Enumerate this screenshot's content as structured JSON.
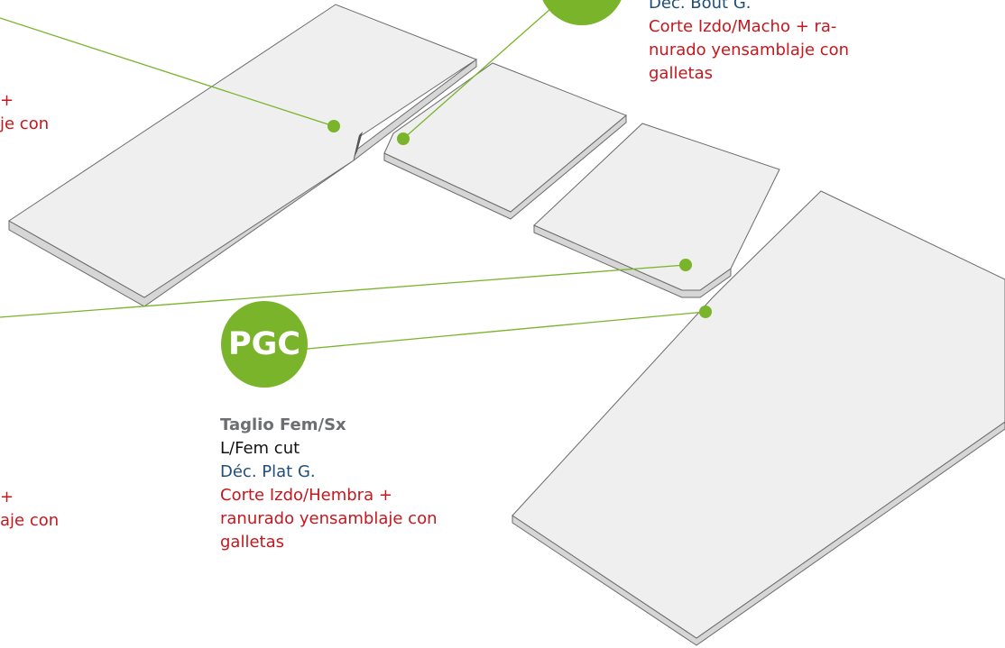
{
  "colors": {
    "slab_top": "#efefef",
    "slab_edge": "#d6d6d6",
    "slab_outline": "#6b6b6b",
    "accent_green": "#79b42a",
    "italian": "#6d6e71",
    "english": "#111111",
    "french": "#1f4e79",
    "spanish": "#c8161d"
  },
  "callout_pgc": {
    "badge": "PGC",
    "italian": "Taglio Fem/Sx",
    "english": "L/Fem cut",
    "french": "Déc. Plat G.",
    "spanish_1": "Corte Izdo/Hembra +",
    "spanish_2": "ranurado yensamblaje con",
    "spanish_3": "galletas"
  },
  "callout_top_right": {
    "french": "Déc. Bout G.",
    "spanish_1": "Corte Izdo/Macho + ra-",
    "spanish_2": "nurado yensamblaje con",
    "spanish_3": "galletas"
  },
  "callout_left_upper": {
    "spanish_1": "+",
    "spanish_2": "je con"
  },
  "callout_left_lower": {
    "spanish_1": "+",
    "spanish_2": "aje con"
  }
}
